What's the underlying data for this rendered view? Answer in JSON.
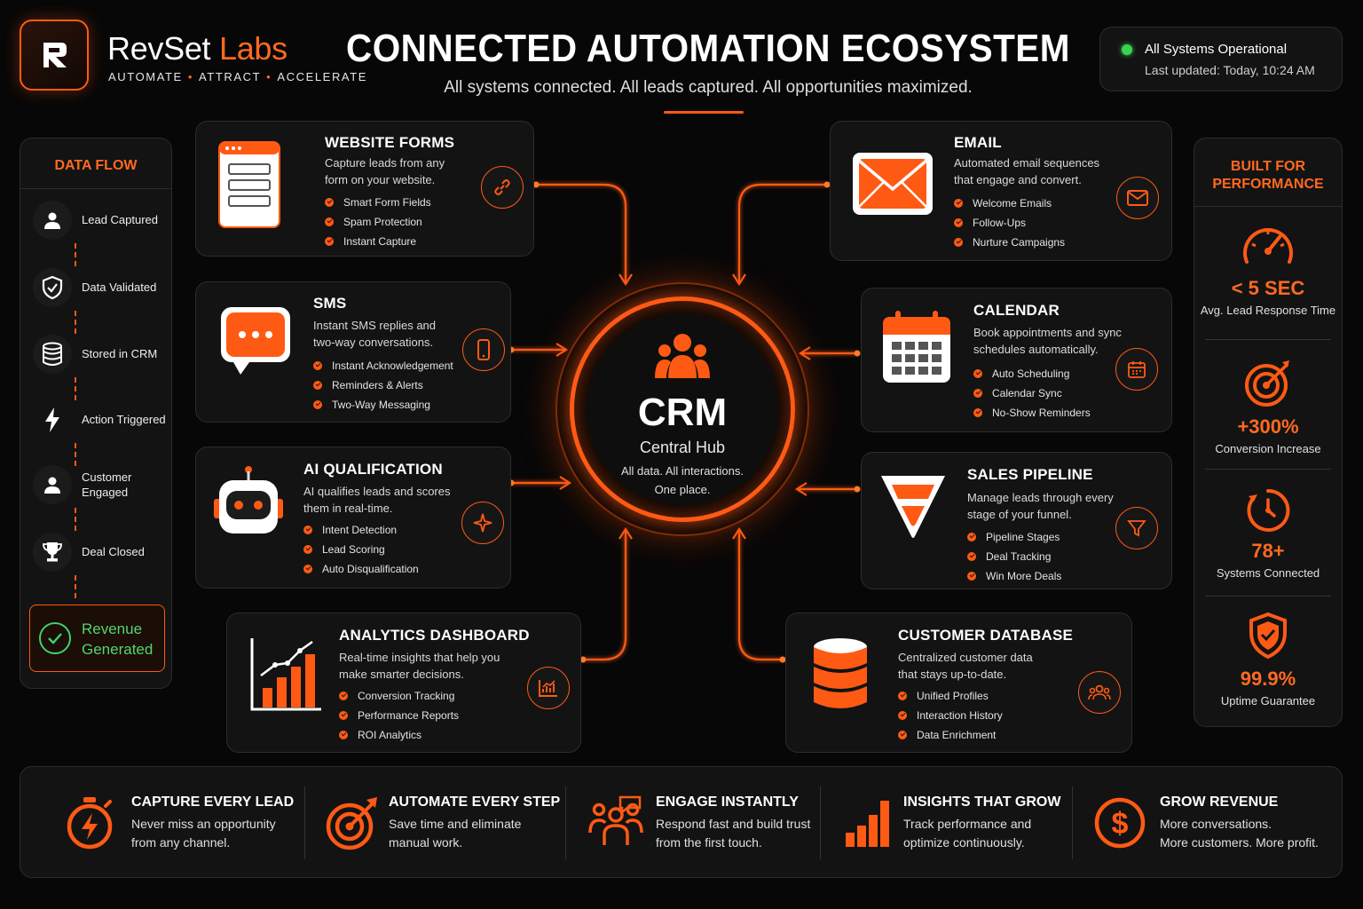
{
  "brand": {
    "name_part1": "RevSet",
    "name_part2": "Labs",
    "tagline": [
      "AUTOMATE",
      "ATTRACT",
      "ACCELERATE"
    ],
    "logo_text": "R"
  },
  "header": {
    "title": "CONNECTED AUTOMATION ECOSYSTEM",
    "subtitle": "All systems connected. All leads captured. All opportunities maximized."
  },
  "status": {
    "label": "All Systems Operational",
    "updated": "Last updated: Today, 10:24 AM",
    "color": "#39d353"
  },
  "data_flow": {
    "title": "DATA FLOW",
    "steps": [
      {
        "label": "Lead Captured",
        "icon": "user-icon"
      },
      {
        "label": "Data Validated",
        "icon": "shield-check-icon"
      },
      {
        "label": "Stored in CRM",
        "icon": "database-icon"
      },
      {
        "label": "Action Triggered",
        "icon": "lightning-icon"
      },
      {
        "label": "Customer Engaged",
        "icon": "user-icon"
      },
      {
        "label": "Deal Closed",
        "icon": "trophy-icon"
      }
    ],
    "final": {
      "line1": "Revenue",
      "line2": "Generated"
    }
  },
  "cards": {
    "website_forms": {
      "title": "WEBSITE FORMS",
      "desc": [
        "Capture leads from any",
        "form on your website."
      ],
      "items": [
        "Smart Form Fields",
        "Spam Protection",
        "Instant Capture"
      ]
    },
    "sms": {
      "title": "SMS",
      "desc": [
        "Instant SMS replies and",
        "two-way conversations."
      ],
      "items": [
        "Instant Acknowledgement",
        "Reminders & Alerts",
        "Two-Way Messaging"
      ]
    },
    "ai": {
      "title": "AI QUALIFICATION",
      "desc": [
        "AI qualifies leads and scores",
        "them in real-time."
      ],
      "items": [
        "Intent Detection",
        "Lead Scoring",
        "Auto Disqualification"
      ]
    },
    "analytics": {
      "title": "ANALYTICS DASHBOARD",
      "desc": [
        "Real-time insights that help you",
        "make smarter decisions."
      ],
      "items": [
        "Conversion Tracking",
        "Performance Reports",
        "ROI Analytics"
      ]
    },
    "email": {
      "title": "EMAIL",
      "desc": [
        "Automated email sequences",
        "that engage and convert."
      ],
      "items": [
        "Welcome Emails",
        "Follow-Ups",
        "Nurture Campaigns"
      ]
    },
    "calendar": {
      "title": "CALENDAR",
      "desc": [
        "Book appointments and sync",
        "schedules automatically."
      ],
      "items": [
        "Auto Scheduling",
        "Calendar Sync",
        "No-Show Reminders"
      ]
    },
    "pipeline": {
      "title": "SALES PIPELINE",
      "desc": [
        "Manage leads through every",
        "stage of your funnel."
      ],
      "items": [
        "Pipeline Stages",
        "Deal Tracking",
        "Win More Deals"
      ]
    },
    "database": {
      "title": "CUSTOMER DATABASE",
      "desc": [
        "Centralized customer data",
        "that stays up-to-date."
      ],
      "items": [
        "Unified Profiles",
        "Interaction History",
        "Data Enrichment"
      ]
    }
  },
  "hub": {
    "title": "CRM",
    "subtitle": "Central Hub",
    "desc1": "All data. All interactions.",
    "desc2": "One place."
  },
  "performance": {
    "title1": "BUILT FOR",
    "title2": "PERFORMANCE",
    "metrics": [
      {
        "value": "< 5 SEC",
        "label": "Avg. Lead Response Time",
        "icon": "speedometer-icon"
      },
      {
        "value": "+300%",
        "label": "Conversion Increase",
        "icon": "target-icon"
      },
      {
        "value": "78+",
        "label": "Systems Connected",
        "icon": "stopwatch-icon"
      },
      {
        "value": "99.9%",
        "label": "Uptime Guarantee",
        "icon": "shield-check-icon"
      }
    ]
  },
  "bottom": [
    {
      "title": "CAPTURE EVERY LEAD",
      "line1": "Never miss an opportunity",
      "line2": "from any channel.",
      "icon": "stopwatch-bolt-icon"
    },
    {
      "title": "AUTOMATE EVERY STEP",
      "line1": "Save time and eliminate",
      "line2": "manual work.",
      "icon": "target-icon"
    },
    {
      "title": "ENGAGE INSTANTLY",
      "line1": "Respond fast and build trust",
      "line2": "from the first touch.",
      "icon": "people-icon"
    },
    {
      "title": "INSIGHTS THAT GROW",
      "line1": "Track performance and",
      "line2": "optimize continuously.",
      "icon": "bar-chart-icon"
    },
    {
      "title": "GROW REVENUE",
      "line1": "More conversations.",
      "line2": "More customers. More profit.",
      "icon": "dollar-icon"
    }
  ],
  "colors": {
    "accent": "#ff5a14",
    "background": "#070707",
    "card": "#131313",
    "success": "#3fd26a"
  }
}
